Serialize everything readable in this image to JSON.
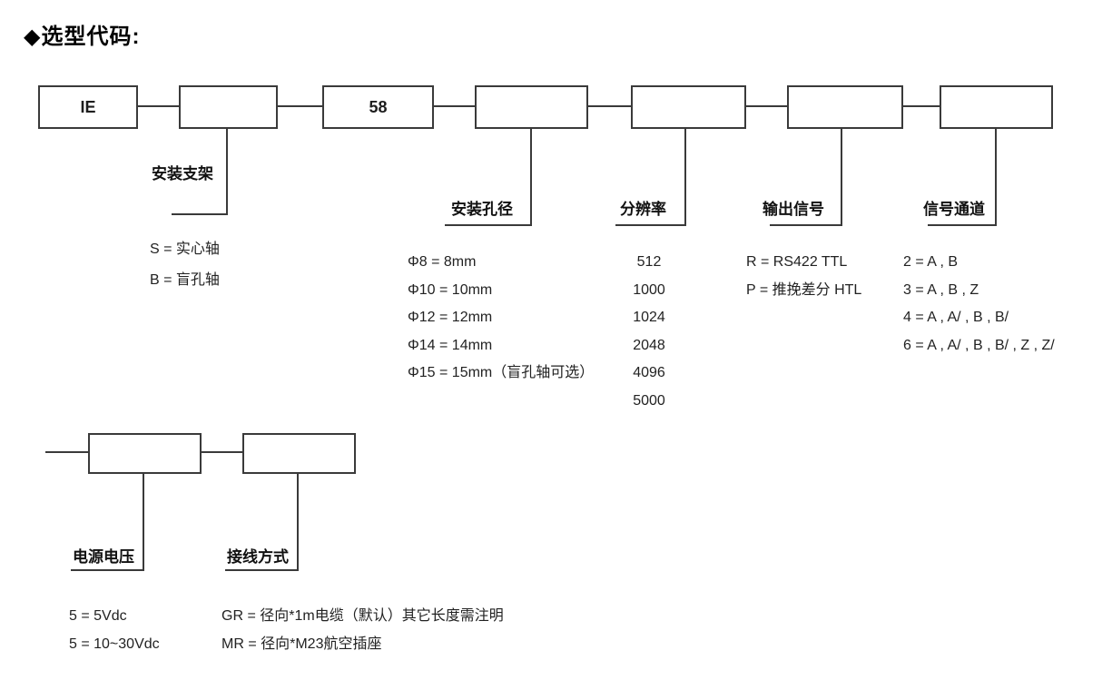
{
  "page": {
    "title": "◆选型代码:"
  },
  "code_boxes": {
    "row1": [
      {
        "label": "IE"
      },
      {
        "label": ""
      },
      {
        "label": "58"
      },
      {
        "label": ""
      },
      {
        "label": ""
      },
      {
        "label": ""
      },
      {
        "label": ""
      }
    ],
    "row2": [
      {
        "label": ""
      },
      {
        "label": ""
      }
    ]
  },
  "sections": {
    "mounting_bracket": {
      "title": "安装支架",
      "options": [
        "S = 实心轴",
        "B = 盲孔轴"
      ]
    },
    "mounting_hole": {
      "title": "安装孔径",
      "options": [
        "Φ8 = 8mm",
        "Φ10 = 10mm",
        "Φ12 = 12mm",
        "Φ14 = 14mm",
        "Φ15 = 15mm（盲孔轴可选）"
      ]
    },
    "resolution": {
      "title": "分辨率",
      "options": [
        "512",
        "1000",
        "1024",
        "2048",
        "4096",
        "5000"
      ]
    },
    "output_signal": {
      "title": "输出信号",
      "options": [
        "R = RS422 TTL",
        "P = 推挽差分 HTL"
      ]
    },
    "signal_channels": {
      "title": "信号通道",
      "options": [
        "2 = A , B",
        "3 = A , B , Z",
        "4 = A , A/ , B , B/",
        "6 = A , A/ , B , B/ , Z , Z/"
      ]
    },
    "power_supply": {
      "title": "电源电压",
      "options": [
        "5 = 5Vdc",
        "5 = 10~30Vdc"
      ]
    },
    "wiring": {
      "title": "接线方式",
      "options": [
        "GR = 径向*1m电缆（默认）其它长度需注明",
        "MR = 径向*M23航空插座"
      ]
    }
  },
  "colors": {
    "line": "#3a3a3a",
    "text": "#1d1d1d",
    "background": "#ffffff"
  }
}
